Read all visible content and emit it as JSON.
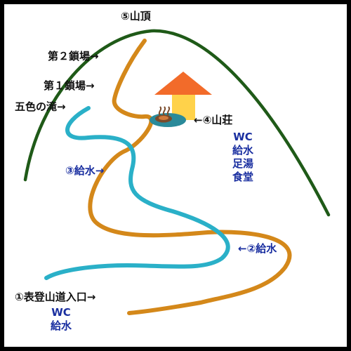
{
  "labels": {
    "summit": "⑤山頂",
    "kusari2": "第２鎖場→",
    "kusari1": "第１鎖場→",
    "waterfall": "五色の滝→",
    "lodge": "←④山荘",
    "water3": "③給水→",
    "water2": "←②給水",
    "trailhead": "①表登山道入口→"
  },
  "lodge_facilities": [
    "WC",
    "給水",
    "足湯",
    "食堂"
  ],
  "trailhead_facilities": [
    "WC",
    "給水"
  ],
  "icons": {
    "lodge": "house-icon",
    "onsen": "hot-spring-icon"
  },
  "colors": {
    "background": "#ffffff",
    "frame": "#000000",
    "mountain_outline": "#1f5a18",
    "trail": "#d4881a",
    "stream": "#2ab0c8",
    "roof": "#f26b2a",
    "house_wall": "#ffd24a",
    "onsen_pool": "#2a8a9a",
    "blue_text": "#1a2fa0",
    "black_text": "#111111"
  }
}
